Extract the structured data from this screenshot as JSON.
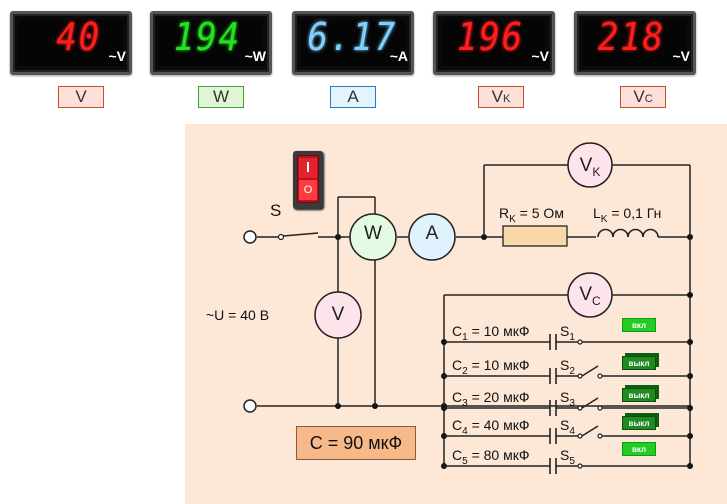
{
  "meters": [
    {
      "value": "40",
      "unit": "~V",
      "color": "#ff1e1e",
      "label_main": "V",
      "label_sub": "",
      "tag_bg": "#fde0d8",
      "tag_border": "#c2502e"
    },
    {
      "value": "194",
      "unit": "~W",
      "color": "#22e222",
      "label_main": "W",
      "label_sub": "",
      "tag_bg": "#dff5d3",
      "tag_border": "#3ca03c"
    },
    {
      "value": "6.17",
      "unit": "~A",
      "color": "#7fd0ff",
      "label_main": "A",
      "label_sub": "",
      "tag_bg": "#e3f4ff",
      "tag_border": "#2d79c4"
    },
    {
      "value": "196",
      "unit": "~V",
      "color": "#ff1e1e",
      "label_main": "V",
      "label_sub": "K",
      "tag_bg": "#fde0d8",
      "tag_border": "#c2502e"
    },
    {
      "value": "218",
      "unit": "~V",
      "color": "#ff1e1e",
      "label_main": "V",
      "label_sub": "C",
      "tag_bg": "#fde0d8",
      "tag_border": "#c2502e"
    }
  ],
  "circuit": {
    "switch_label": "S",
    "source_label": "~U = 40 В",
    "rk_label_main": "R",
    "rk_label_sub": "K",
    "rk_label_rest": " = 5 Ом",
    "lk_label_main": "L",
    "lk_label_sub": "K",
    "lk_label_rest": " = 0,1 Гн",
    "wattmeter": "W",
    "ammeter": "A",
    "voltmeter": "V",
    "vk_main": "V",
    "vk_sub": "K",
    "vc_main": "V",
    "vc_sub": "C",
    "power_switch_symbol": "O"
  },
  "capacitors": [
    {
      "name_main": "C",
      "name_sub": "1",
      "value": " = 10 мкФ",
      "switch_main": "S",
      "switch_sub": "1",
      "state": "вкл"
    },
    {
      "name_main": "C",
      "name_sub": "2",
      "value": " = 10 мкФ",
      "switch_main": "S",
      "switch_sub": "2",
      "state": "выкл"
    },
    {
      "name_main": "C",
      "name_sub": "3",
      "value": " = 20 мкФ",
      "switch_main": "S",
      "switch_sub": "3",
      "state": "выкл"
    },
    {
      "name_main": "C",
      "name_sub": "4",
      "value": " = 40 мкФ",
      "switch_main": "S",
      "switch_sub": "4",
      "state": "выкл"
    },
    {
      "name_main": "C",
      "name_sub": "5",
      "value": " = 80 мкФ",
      "switch_main": "S",
      "switch_sub": "5",
      "state": "вкл"
    }
  ],
  "total_capacitance": "C = 90  мкФ",
  "colors": {
    "panel_bg": "#fde8d8",
    "circle_red": "#fde3ea",
    "circle_green": "#e3fbe3",
    "circle_blue": "#dff3ff",
    "resistor": "#f9d7a8"
  }
}
